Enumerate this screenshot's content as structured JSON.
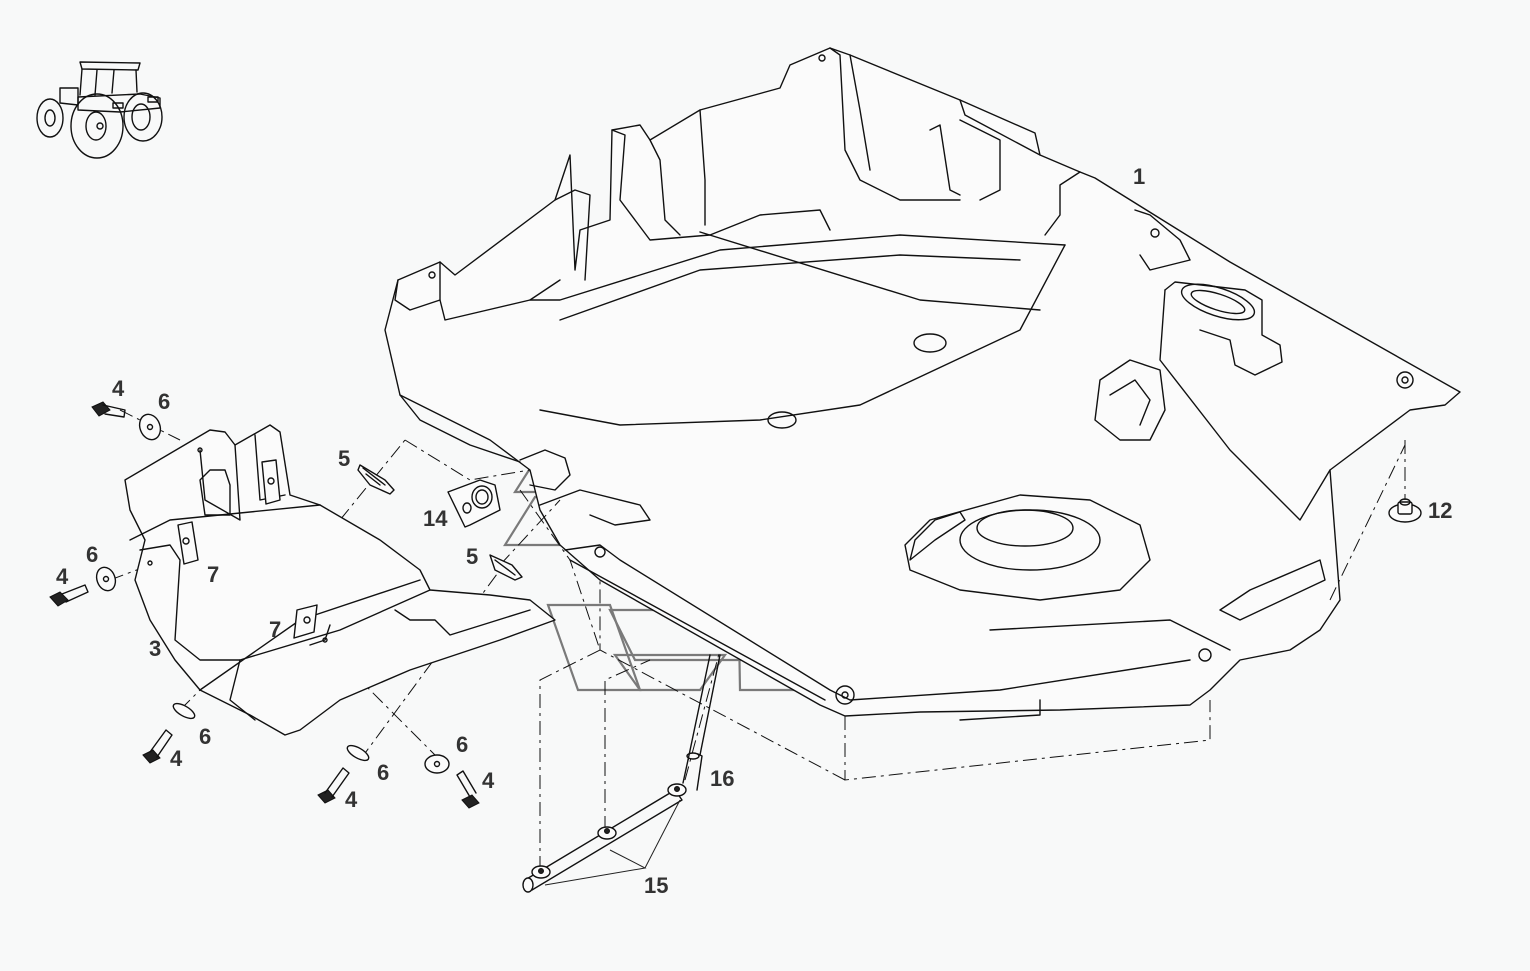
{
  "diagram": {
    "type": "exploded-parts-diagram",
    "subject": "Tractor cab floor / underbody cover assembly",
    "thumbnail_icon": "tractor-icon",
    "colors": {
      "background": "#f8f9f9",
      "line": "#111111",
      "callout_text": "#333333",
      "watermark": "#7a7a7a"
    },
    "callouts": [
      {
        "id": "c1",
        "label": "1",
        "part": "floor-pan"
      },
      {
        "id": "c3",
        "label": "3",
        "part": "side-cover"
      },
      {
        "id": "c4a",
        "label": "4",
        "part": "bolt"
      },
      {
        "id": "c4b",
        "label": "4",
        "part": "bolt"
      },
      {
        "id": "c4c",
        "label": "4",
        "part": "bolt"
      },
      {
        "id": "c4d",
        "label": "4",
        "part": "bolt"
      },
      {
        "id": "c4e",
        "label": "4",
        "part": "bolt"
      },
      {
        "id": "c5a",
        "label": "5",
        "part": "spring-clip"
      },
      {
        "id": "c5b",
        "label": "5",
        "part": "spring-clip"
      },
      {
        "id": "c6a",
        "label": "6",
        "part": "washer"
      },
      {
        "id": "c6b",
        "label": "6",
        "part": "washer"
      },
      {
        "id": "c6c",
        "label": "6",
        "part": "washer"
      },
      {
        "id": "c6d",
        "label": "6",
        "part": "washer"
      },
      {
        "id": "c6e",
        "label": "6",
        "part": "washer"
      },
      {
        "id": "c7a",
        "label": "7",
        "part": "speed-nut"
      },
      {
        "id": "c7b",
        "label": "7",
        "part": "speed-nut"
      },
      {
        "id": "c12",
        "label": "12",
        "part": "flange-nut"
      },
      {
        "id": "c14",
        "label": "14",
        "part": "grommet-plate"
      },
      {
        "id": "c15",
        "label": "15",
        "part": "drain-hose-manifold"
      },
      {
        "id": "c16",
        "label": "16",
        "part": "hose-elbow"
      }
    ]
  }
}
